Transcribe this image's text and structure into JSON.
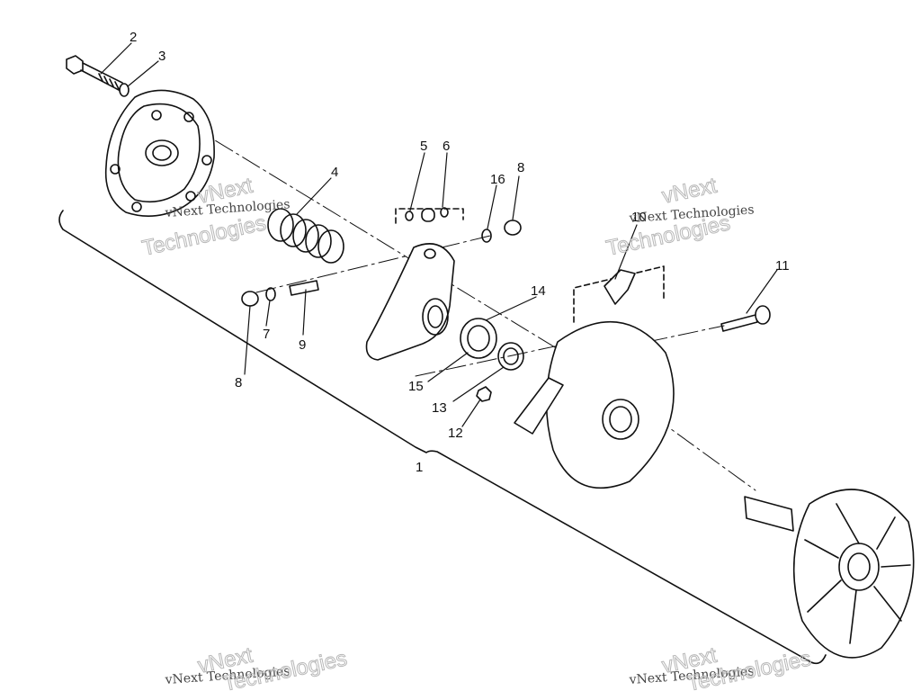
{
  "labels": [
    "1",
    "2",
    "3",
    "4",
    "5",
    "6",
    "7",
    "8",
    "8",
    "9",
    "10",
    "11",
    "12",
    "13",
    "14",
    "15",
    "16"
  ],
  "watermarks": {
    "small": "vNext Technologies",
    "big_top": "vNext",
    "big_bottom": "Technologies"
  },
  "colors": {
    "ink": "#111111",
    "watermark": "#b8b8b8"
  }
}
